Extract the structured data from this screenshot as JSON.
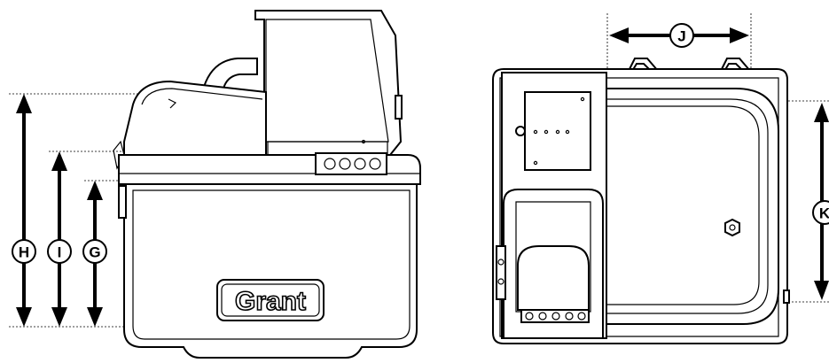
{
  "diagram": {
    "brand_label": "Grant",
    "callouts": {
      "h": "H",
      "i": "I",
      "g": "G",
      "j": "J",
      "k": "K"
    },
    "colors": {
      "line": "#000000",
      "background": "#ffffff"
    }
  }
}
